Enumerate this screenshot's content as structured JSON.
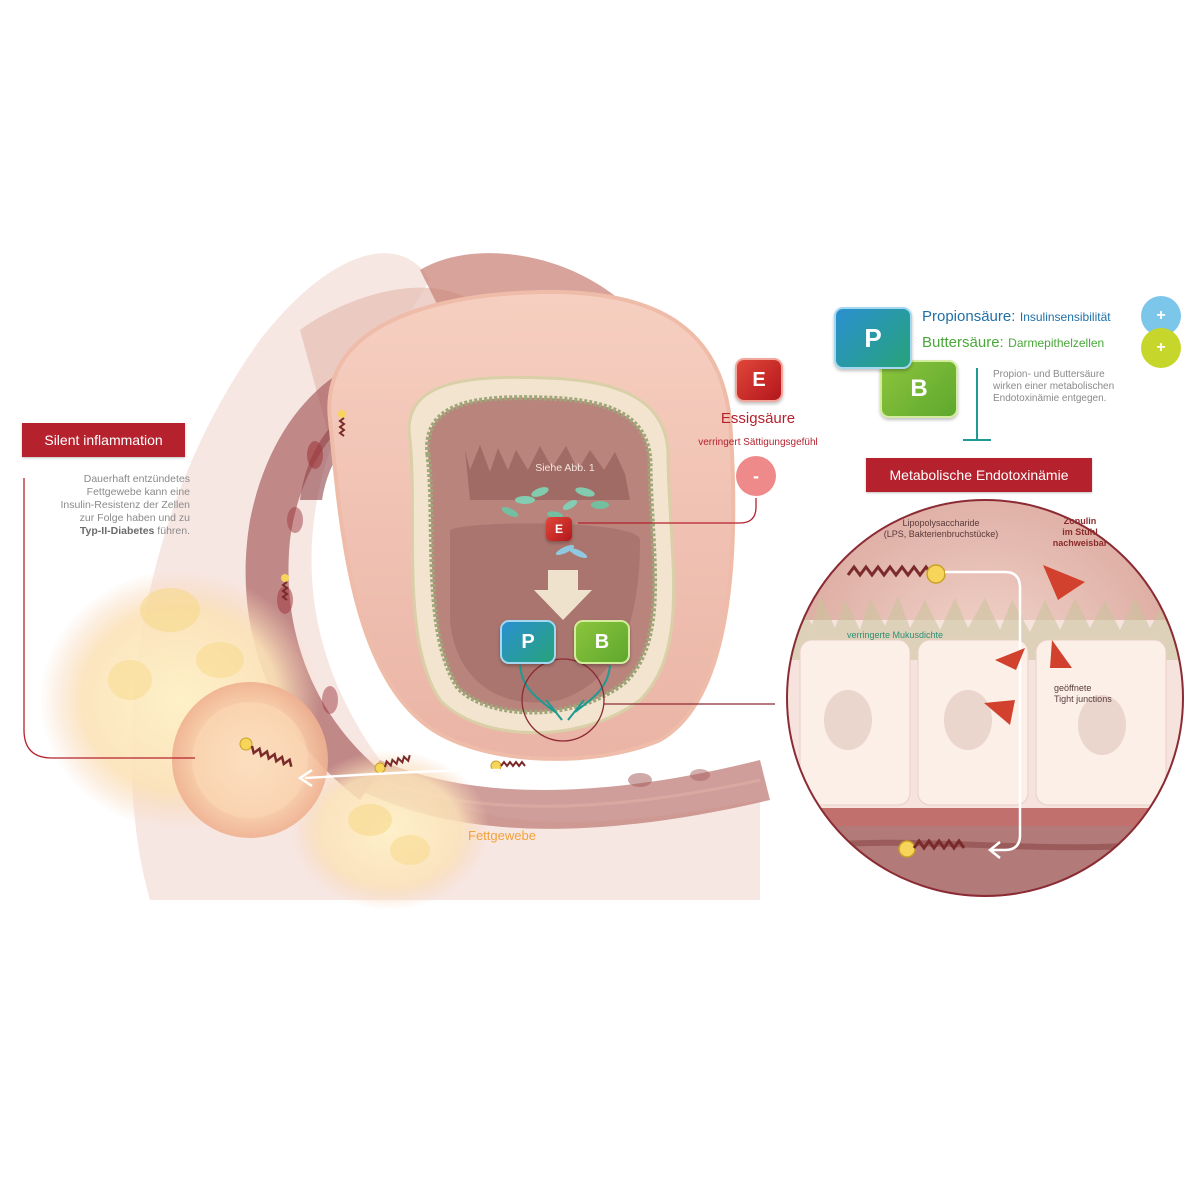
{
  "silent_inflammation": {
    "title": "Silent inflammation",
    "text_line1": "Dauerhaft entzündetes",
    "text_line2": "Fettgewebe kann eine",
    "text_line3": "Insulin-Resistenz der Zellen",
    "text_line4": "zur Folge haben und zu",
    "text_bold": "Typ-II-Diabetes",
    "text_end": " führen."
  },
  "gut": {
    "see_figure": "Siehe Abb. 1",
    "tile_e": "E",
    "tile_p": "P",
    "tile_b": "B"
  },
  "fat_tissue_label": "Fettgewebe",
  "acetic": {
    "tile": "E",
    "name": "Essigsäure",
    "effect": "verringert Sättigungsgefühl",
    "sign": "-"
  },
  "pb_legend": {
    "tile_p": "P",
    "tile_b": "B",
    "propionic_name": "Propionsäure:",
    "propionic_effect": "Insulinsensibilität",
    "propionic_sign": "+",
    "butyric_name": "Buttersäure:",
    "butyric_effect": "Darmepithelzellen",
    "butyric_sign": "+",
    "note_line1": "Propion- und Buttersäure",
    "note_line2": "wirken einer metabolischen",
    "note_line3": "Endotoxinämie entgegen."
  },
  "endotoxemia": {
    "title": "Metabolische Endotoxinämie",
    "lps_line1": "Lipopolysaccharide",
    "lps_line2": "(LPS, Bakterienbruchstücke)",
    "zonulin_line1": "Zonulin",
    "zonulin_line2": "im Stuhl",
    "zonulin_line3": "nachweisbar",
    "mucus": "verringerte Mukusdichte",
    "tight_line1": "geöffnete",
    "tight_line2": "Tight junctions"
  },
  "colors": {
    "accent_red": "#b5222e",
    "propionic_blue": "#1f6fa8",
    "butyric_green": "#4aa83a",
    "plus_blue": "#7cc6ea",
    "plus_yellow": "#c7d62a",
    "minus_pink": "#ef8a8a",
    "fat_orange": "#f2a23a"
  }
}
